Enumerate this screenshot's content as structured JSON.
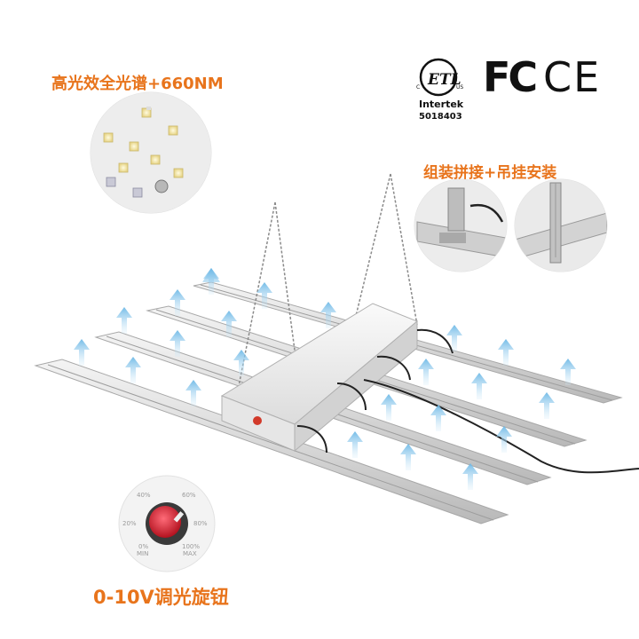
{
  "labels": {
    "feature_spectrum": "高光效全光谱+660NM",
    "feature_assembly": "组装拼接+吊挂安装",
    "feature_dimmer": "0-10V调光旋钮"
  },
  "certifications": {
    "etl_mark": "ETL",
    "etl_c": "C",
    "etl_us": "US",
    "intertek": "Intertek",
    "code": "5018403",
    "fcc": "FC",
    "ce": "CE"
  },
  "dimmer_scale": {
    "left_top": "40%",
    "right_top": "60%",
    "left_mid": "20%",
    "right_mid": "80%",
    "left_bottom": "0%",
    "left_bottom_sub": "MIN",
    "right_bottom": "100%",
    "right_bottom_sub": "MAX"
  },
  "colors": {
    "accent_orange": "#e8741c",
    "airflow_arrow": "#7fc4ea",
    "knob_red": "#d8263a"
  }
}
